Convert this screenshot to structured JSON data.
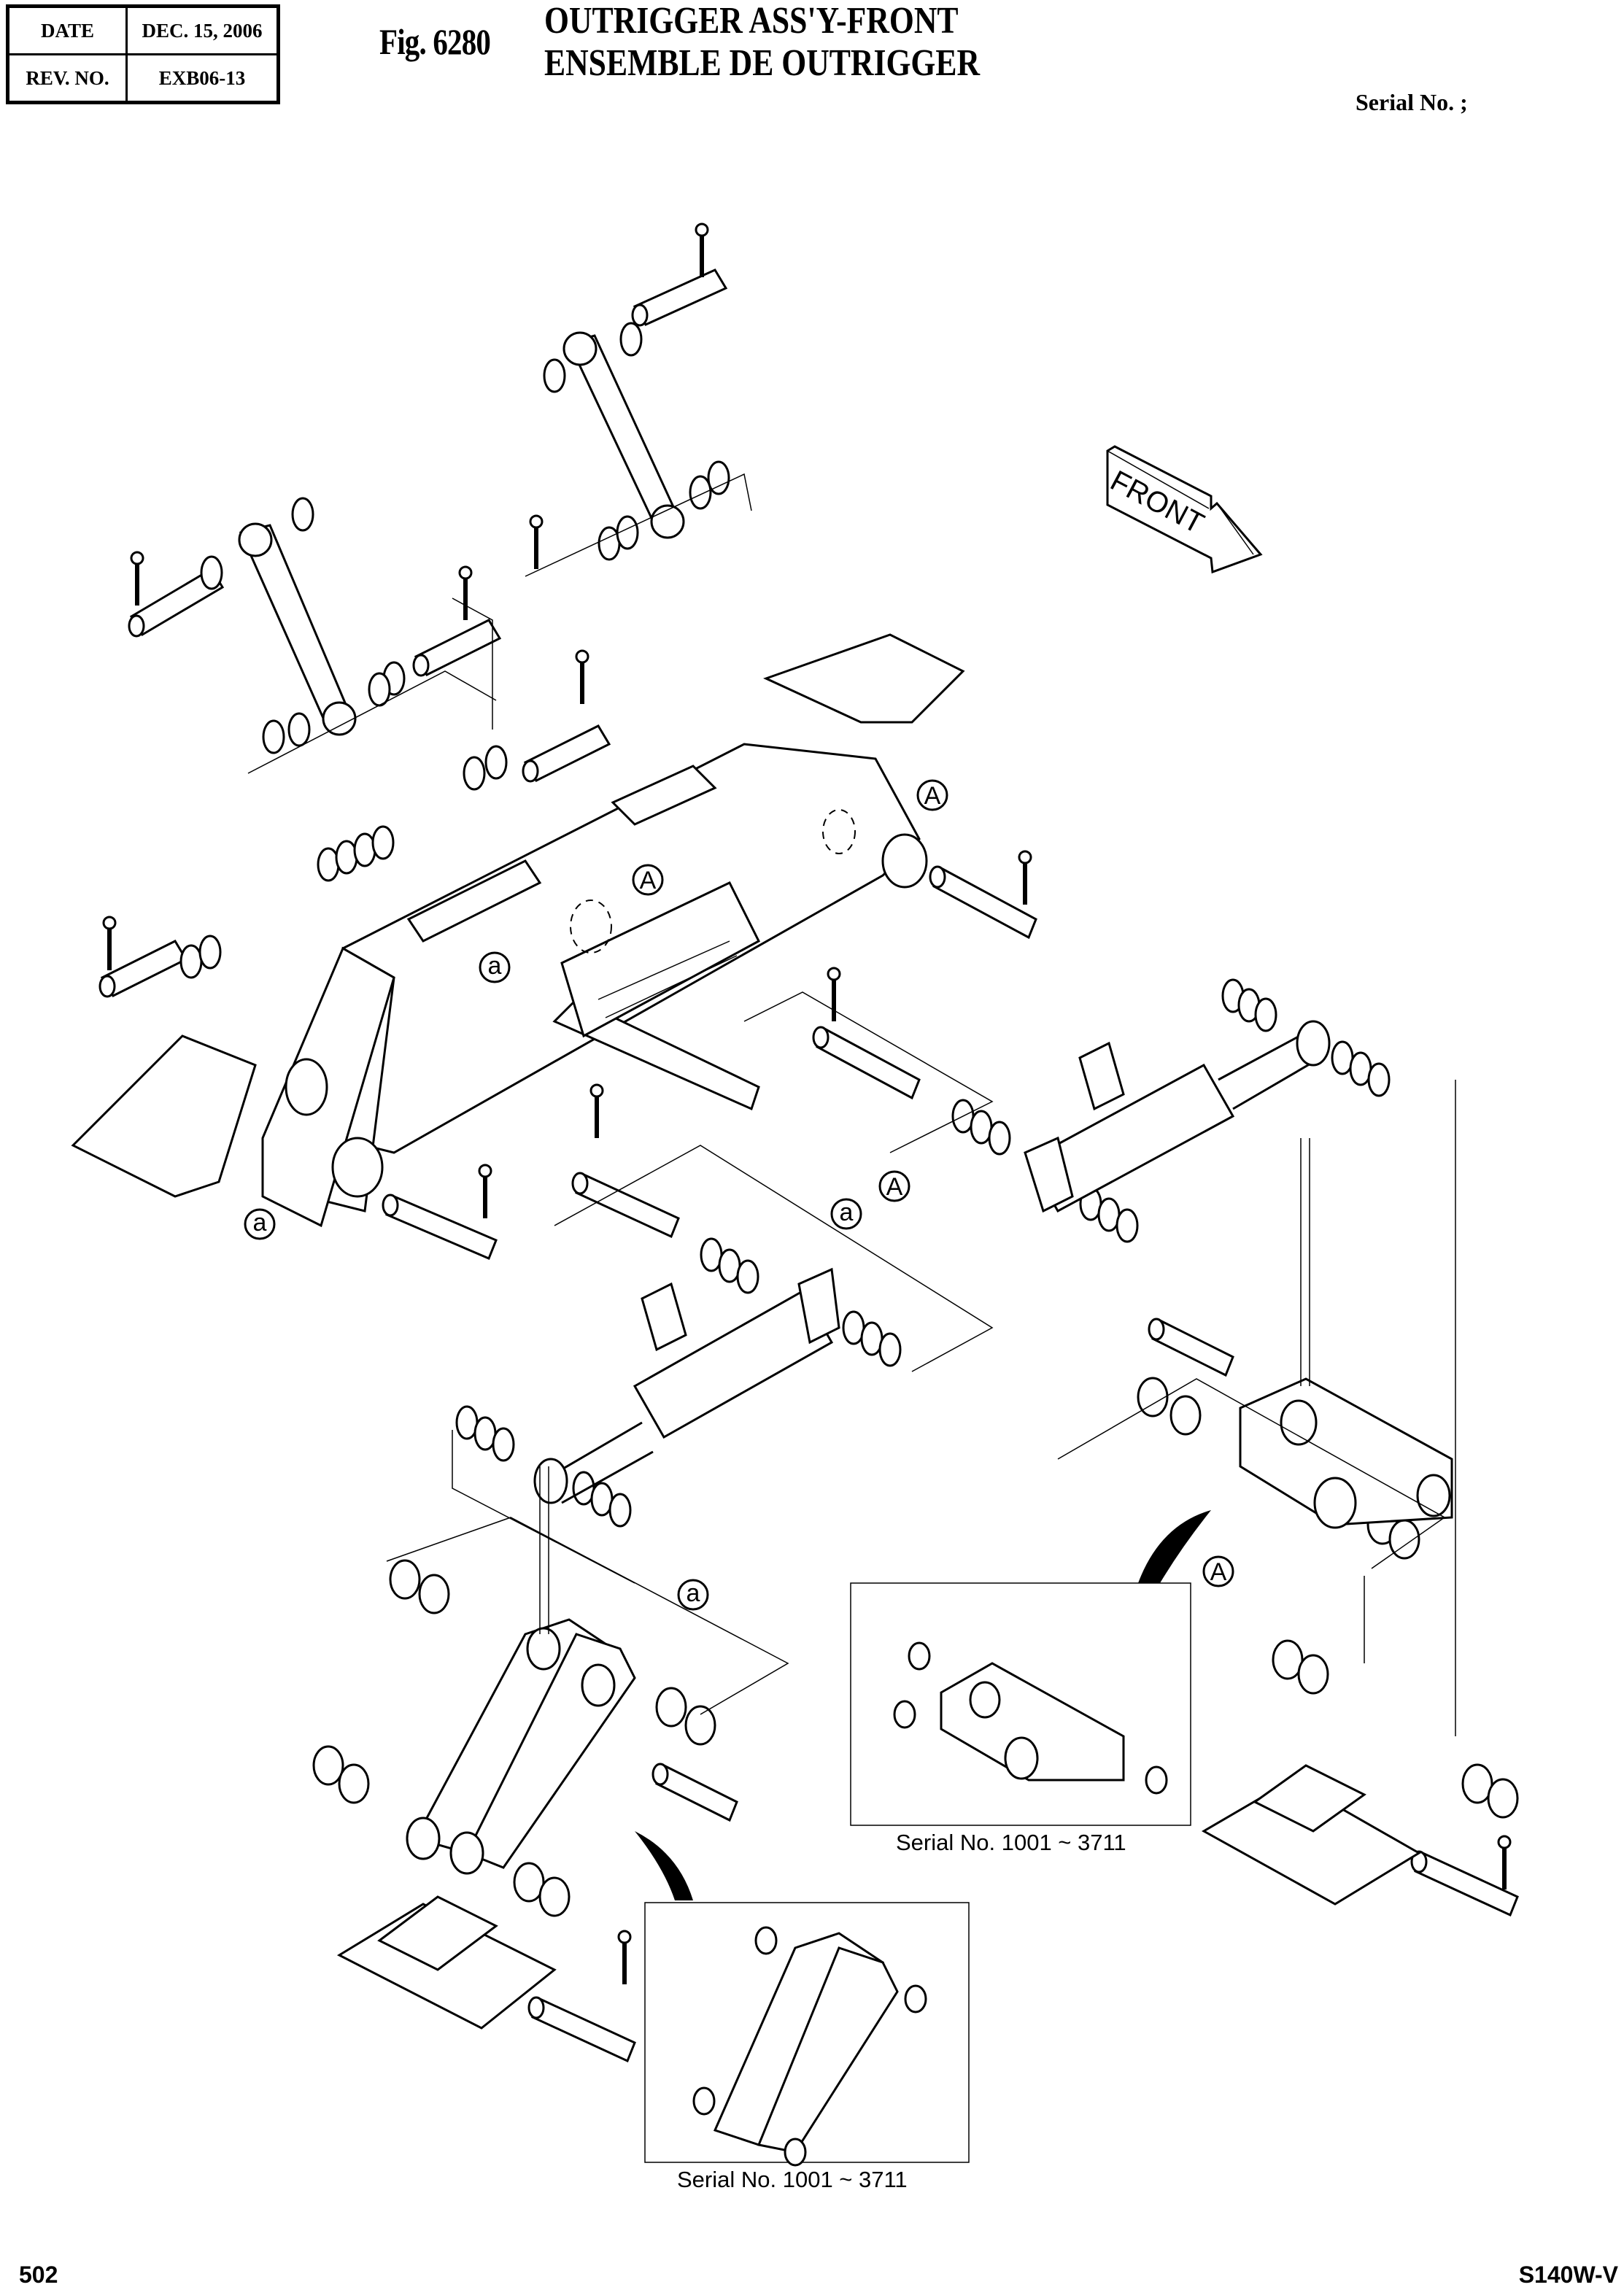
{
  "header": {
    "date_label": "DATE",
    "date_value": "DEC. 15, 2006",
    "rev_label": "REV. NO.",
    "rev_value": "EXB06-13",
    "figure_number": "Fig. 6280",
    "title_en": "OUTRIGGER ASS'Y-FRONT",
    "title_fr": "ENSEMBLE DE OUTRIGGER",
    "serial_label": "Serial No. ;"
  },
  "diagram": {
    "direction_arrow_label": "FRONT",
    "callouts": [
      "A",
      "A",
      "A",
      "A",
      "a",
      "a",
      "a",
      "a"
    ],
    "insets": [
      {
        "caption": "Serial No. 1001 ~ 3711"
      },
      {
        "caption": "Serial No. 1001 ~ 3711"
      }
    ]
  },
  "footer": {
    "page_number": "502",
    "model": "S140W-V"
  }
}
